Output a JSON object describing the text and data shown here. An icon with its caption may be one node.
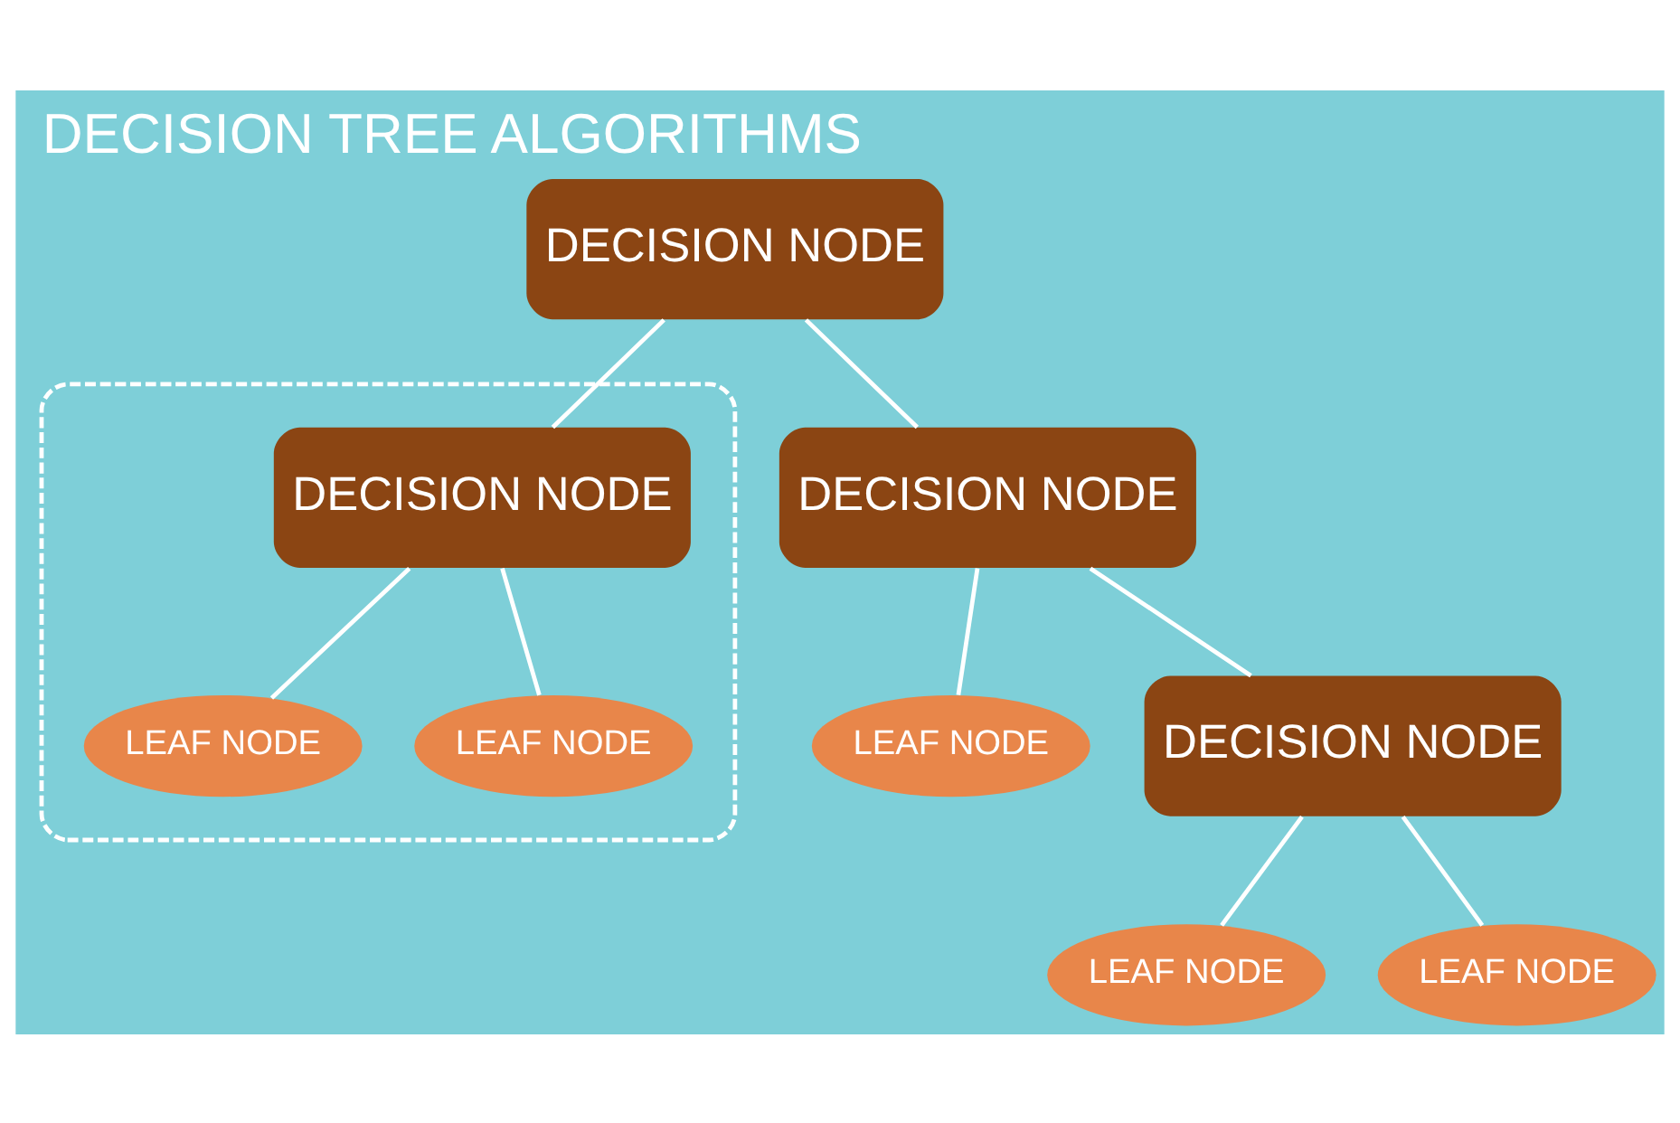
{
  "diagram": {
    "title": "DECISION TREE ALGORITHMS",
    "nodes": [
      {
        "text": [
          "DECISION NODE"
        ]
      },
      {
        "text": [],
        "shape": "box"
      },
      {
        "text": [
          "DECISION NODE"
        ],
        "in": 1
      },
      {
        "text": [
          "DECISION NODE"
        ]
      },
      {
        "text": [
          "LEAF NODE"
        ],
        "in": 1
      },
      {
        "text": [
          "LEAF NODE"
        ],
        "in": 1
      },
      {
        "text": [
          "LEAF NODE"
        ]
      },
      {
        "text": [
          "DECISION NODE"
        ]
      },
      {
        "text": [
          "LEAF NODE"
        ]
      },
      {
        "text": [
          "LEAF NODE"
        ]
      }
    ],
    "edges": [
      {
        "from": 0,
        "to": 2,
        "arrow": "none"
      },
      {
        "from": 0,
        "to": 3,
        "arrow": "none"
      },
      {
        "from": 2,
        "to": 4,
        "arrow": "none"
      },
      {
        "from": 2,
        "to": 5,
        "arrow": "none"
      },
      {
        "from": 3,
        "to": 6,
        "arrow": "none"
      },
      {
        "from": 3,
        "to": 7,
        "arrow": "none"
      },
      {
        "from": 7,
        "to": 8,
        "arrow": "none"
      },
      {
        "from": 7,
        "to": 9,
        "arrow": "none"
      }
    ]
  }
}
